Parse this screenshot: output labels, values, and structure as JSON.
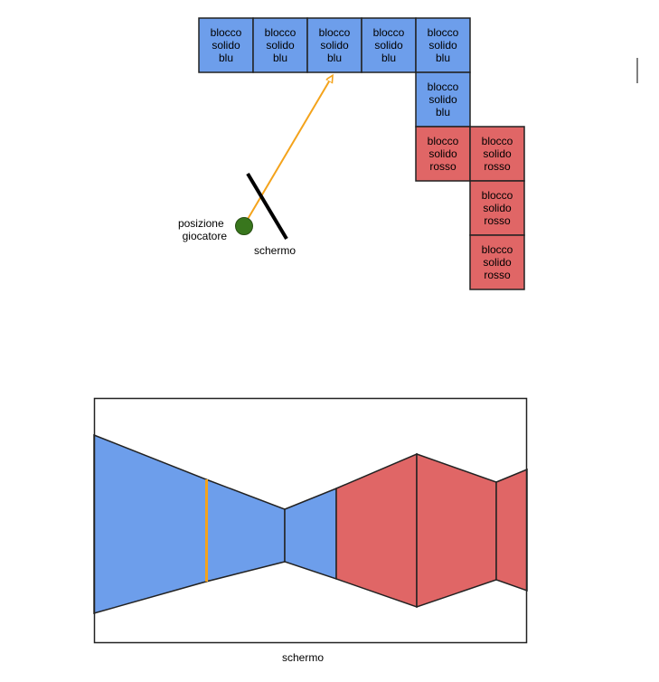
{
  "colors": {
    "blue": "#6d9eeb",
    "red": "#e06666",
    "ray": "#f4a31b",
    "player": "#38761d",
    "outline": "#222222"
  },
  "map": {
    "blue_block_lines": [
      "blocco",
      "solido",
      "blu"
    ],
    "red_block_lines": [
      "blocco",
      "solido",
      "rosso"
    ],
    "player_label_lines": [
      "posizione",
      "giocatore"
    ],
    "screen_label": "schermo"
  },
  "view": {
    "screen_label": "schermo"
  }
}
